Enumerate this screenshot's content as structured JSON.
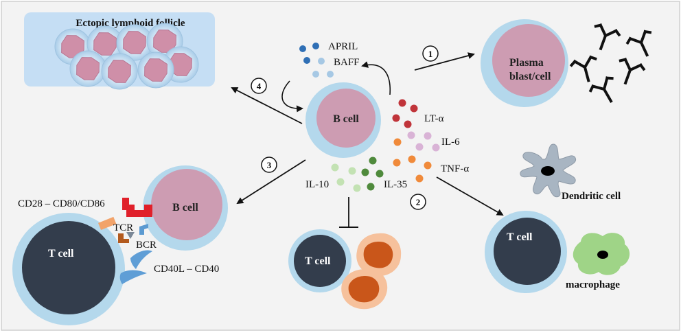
{
  "labels": {
    "ectopic_follicle": "Ectopic lymphoid follicle",
    "april": "APRIL",
    "baff": "BAFF",
    "b_cell_center": "B cell",
    "plasma_line1": "Plasma",
    "plasma_line2": "blast/cell",
    "lt_alpha": "LT-α",
    "il6": "IL-6",
    "tnf_alpha": "TNF-α",
    "il10": "IL-10",
    "il35": "IL-35",
    "dendritic_cell": "Dendritic cell",
    "macrophage": "macrophage",
    "t_cell_right": "T cell",
    "t_cell_center": "T cell",
    "t_cell_left": "T cell",
    "b_cell_left": "B cell",
    "cd28": "CD28 – CD80/CD86",
    "tcr": "TCR",
    "bcr": "BCR",
    "cd40": "CD40L – CD40"
  },
  "steps": [
    "1",
    "2",
    "3",
    "4"
  ],
  "colors": {
    "background": "#f3f3f3",
    "cell_outer": "#b4d8ec",
    "b_cell_nucleus": "#cd9cb2",
    "t_cell_nucleus": "#333d4c",
    "follicle_box": "#c5def4",
    "april_dot": "#2f6fb5",
    "baff_dot": "#a6c8e4",
    "lt_alpha_dot": "#c0343a",
    "il6_dot": "#d9b3d6",
    "tnf_alpha_dot": "#f08a3a",
    "il10_dot": "#c3e2b3",
    "il35_dot": "#4f8a3c",
    "dendritic": "#a8b5c2",
    "macrophage": "#9fd487",
    "suppressed_nucleus": "#c9561a",
    "suppressed_outer": "#f6c19c",
    "cd28_red": "#e0202a",
    "cd28_orange": "#f2a36a",
    "tcr_blue": "#5b9ad1",
    "bcr_brown": "#b35a1e",
    "cd40_blue": "#5f9ed6"
  }
}
